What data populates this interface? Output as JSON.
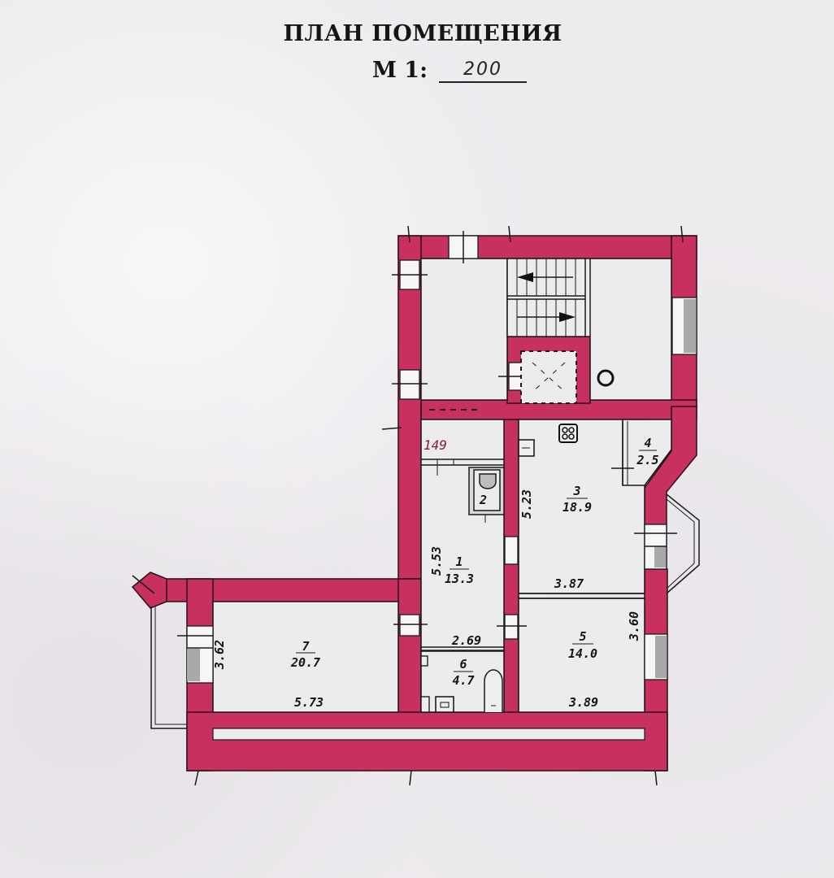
{
  "header": {
    "title": "ПЛАН ПОМЕЩЕНИЯ",
    "scale_prefix": "М 1:",
    "scale_value": "200"
  },
  "colors": {
    "wall": "#c8305f",
    "floor": "#ecebee",
    "paper": "#eeebef",
    "ink": "#151515"
  },
  "rooms": [
    {
      "number": "1",
      "area": "13.3",
      "dim_vertical": "5.53"
    },
    {
      "number": "2",
      "area": ""
    },
    {
      "number": "3",
      "area": "18.9",
      "dim_vertical": "5.23",
      "dim_horizontal": "3.87"
    },
    {
      "number": "4",
      "area": "2.5"
    },
    {
      "number": "5",
      "area": "14.0",
      "dim_vertical": "3.60",
      "dim_horizontal": "3.89"
    },
    {
      "number": "6",
      "area": "4.7",
      "dim_horizontal": "2.69"
    },
    {
      "number": "7",
      "area": "20.7",
      "dim_vertical": "3.62",
      "dim_horizontal": "5.73"
    }
  ],
  "annotations": {
    "corridor_dim": "149"
  },
  "symbols": {
    "stairs": "stairs-icon",
    "elevator": "elevator-shaft-icon",
    "stove": "stove-icon",
    "toilet": "toilet-icon",
    "bathtub": "bathtub-icon",
    "sink": "sink-icon",
    "riser": "riser-circle-icon"
  }
}
